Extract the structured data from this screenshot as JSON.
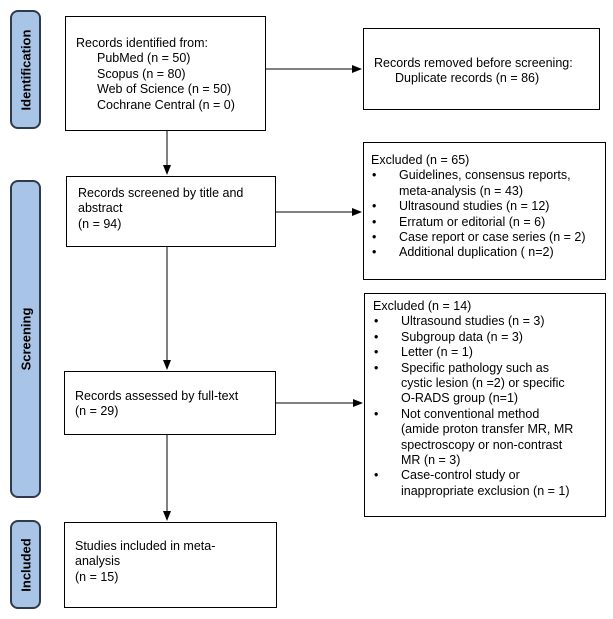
{
  "phases": {
    "identification": "Identification",
    "screening": "Screening",
    "included": "Included"
  },
  "identified": {
    "title": "Records identified from:",
    "sources": [
      "PubMed (n = 50)",
      "Scopus (n = 80)",
      "Web of Science (n = 50)",
      "Cochrane Central (n = 0)"
    ]
  },
  "removed": {
    "title": "Records removed before screening:",
    "detail": "Duplicate records (n = 86)"
  },
  "screened": {
    "lines": [
      "Records screened by title and",
      "abstract",
      "(n = 94)"
    ]
  },
  "excluded_screening": {
    "title": "Excluded  (n = 65)",
    "items": [
      "Guidelines, consensus reports,\nmeta-analysis (n = 43)",
      "Ultrasound studies (n = 12)",
      "Erratum or editorial (n = 6)",
      "Case report or case series (n = 2)",
      "Additional duplication ( n=2)"
    ]
  },
  "assessed": {
    "lines": [
      "Records assessed by full-text",
      "(n = 29)"
    ]
  },
  "excluded_fulltext": {
    "title": "Excluded (n = 14)",
    "items": [
      "Ultrasound studies (n = 3)",
      "Subgroup data (n = 3)",
      "Letter (n = 1)",
      "Specific pathology such as\ncystic lesion (n =2) or specific\nO-RADS group (n=1)",
      "Not conventional method\n(amide proton transfer MR, MR\nspectroscopy or non-contrast\nMR (n = 3)",
      "Case-control study or\ninappropriate exclusion (n = 1)"
    ]
  },
  "included": {
    "lines": [
      "Studies included in meta-",
      "analysis",
      "(n = 15)"
    ]
  }
}
